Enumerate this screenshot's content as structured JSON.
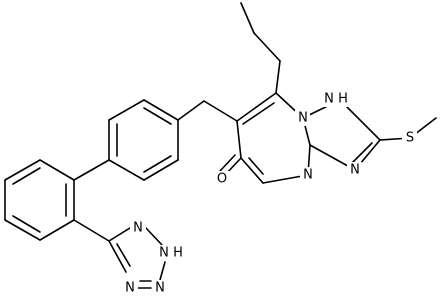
{
  "labels": {
    "nh_top": "N",
    "h_top": "H",
    "n_bridge": "N",
    "s": "S",
    "n_right": "N",
    "n_low": "N",
    "o": "O",
    "tz_n3": "N",
    "tz_n2": "N",
    "tz_h": "H",
    "tz_n1": "N",
    "tz_n4": "N"
  },
  "colors": {
    "bond": "#000000",
    "text": "#000000",
    "background": "#ffffff"
  }
}
